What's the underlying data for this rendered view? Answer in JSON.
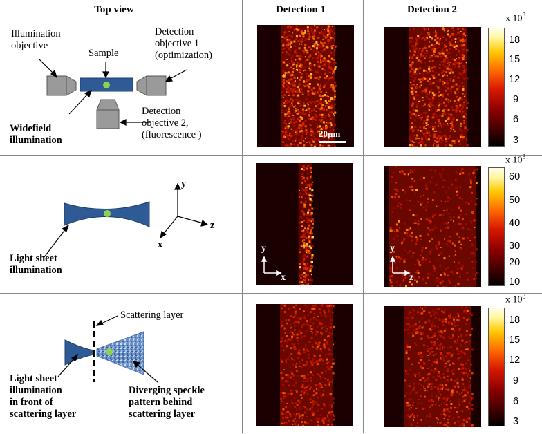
{
  "headers": {
    "top_view": "Top view",
    "det1": "Detection 1",
    "det2": "Detection 2"
  },
  "row1": {
    "illum_obj": [
      "Illumination",
      "objective"
    ],
    "sample": "Sample",
    "det_obj1": [
      "Detection",
      "objective 1",
      "(optimization)"
    ],
    "det_obj2": [
      "Detection",
      "objective 2,",
      "(fluorescence )"
    ],
    "widefield": [
      "Widefield",
      "illumination"
    ],
    "scalebar": "20µm",
    "cbar": {
      "title": "x 10",
      "exp": "3",
      "ticks": [
        "18",
        "15",
        "12",
        "9",
        "6",
        "3"
      ]
    }
  },
  "row2": {
    "axes": {
      "y": "y",
      "z": "z",
      "x": "x"
    },
    "lightsheet": [
      "Light sheet",
      "illumination"
    ],
    "panel_axes_1": {
      "y": "y",
      "x": "x"
    },
    "panel_axes_2": {
      "y": "y",
      "z": "z"
    },
    "cbar": {
      "title": "x 10",
      "exp": "3",
      "ticks": [
        "60",
        "50",
        "40",
        "30",
        "20",
        "10"
      ]
    }
  },
  "row3": {
    "scattering": "Scattering layer",
    "lightsheet_front": [
      "Light sheet",
      "illumination",
      "in front of",
      "scattering layer"
    ],
    "speckle": [
      "Diverging speckle",
      "pattern behind",
      "scattering layer"
    ],
    "cbar": {
      "title": "x 10",
      "exp": "3",
      "ticks": [
        "18",
        "15",
        "12",
        "9",
        "6",
        "3"
      ]
    }
  },
  "colors": {
    "sample_blue": "#2e5a96",
    "objective_gray": "#9a9a9a",
    "sample_green": "#8fd14f"
  }
}
